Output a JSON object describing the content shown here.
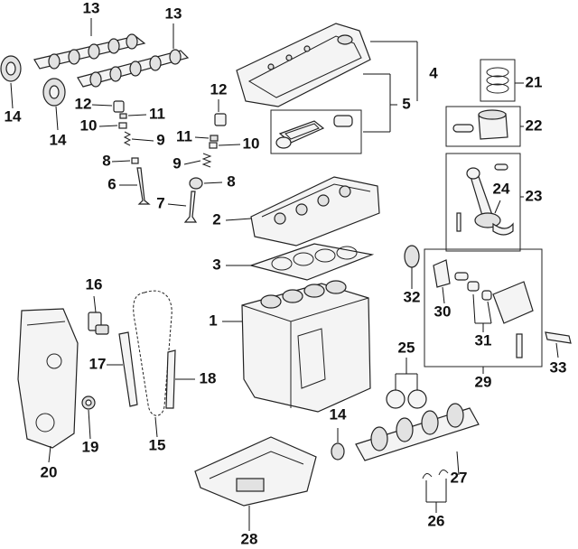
{
  "callouts": [
    {
      "id": "c13a",
      "text": "13"
    },
    {
      "id": "c13b",
      "text": "13"
    },
    {
      "id": "c14a",
      "text": "14"
    },
    {
      "id": "c14b",
      "text": "14"
    },
    {
      "id": "c14c",
      "text": "14"
    },
    {
      "id": "c12a",
      "text": "12"
    },
    {
      "id": "c12b",
      "text": "12"
    },
    {
      "id": "c11a",
      "text": "11"
    },
    {
      "id": "c11b",
      "text": "11"
    },
    {
      "id": "c10a",
      "text": "10"
    },
    {
      "id": "c10b",
      "text": "10"
    },
    {
      "id": "c9a",
      "text": "9"
    },
    {
      "id": "c9b",
      "text": "9"
    },
    {
      "id": "c8a",
      "text": "8"
    },
    {
      "id": "c8b",
      "text": "8"
    },
    {
      "id": "c7",
      "text": "7"
    },
    {
      "id": "c6",
      "text": "6"
    },
    {
      "id": "c5",
      "text": "5"
    },
    {
      "id": "c4",
      "text": "4"
    },
    {
      "id": "c3",
      "text": "3"
    },
    {
      "id": "c2",
      "text": "2"
    },
    {
      "id": "c1",
      "text": "1"
    },
    {
      "id": "c21",
      "text": "21"
    },
    {
      "id": "c22",
      "text": "22"
    },
    {
      "id": "c23",
      "text": "23"
    },
    {
      "id": "c24",
      "text": "24"
    },
    {
      "id": "c16",
      "text": "16"
    },
    {
      "id": "c17",
      "text": "17"
    },
    {
      "id": "c18",
      "text": "18"
    },
    {
      "id": "c15",
      "text": "15"
    },
    {
      "id": "c19",
      "text": "19"
    },
    {
      "id": "c20",
      "text": "20"
    },
    {
      "id": "c32",
      "text": "32"
    },
    {
      "id": "c30",
      "text": "30"
    },
    {
      "id": "c31",
      "text": "31"
    },
    {
      "id": "c29",
      "text": "29"
    },
    {
      "id": "c33",
      "text": "33"
    },
    {
      "id": "c25",
      "text": "25"
    },
    {
      "id": "c27",
      "text": "27"
    },
    {
      "id": "c26",
      "text": "26"
    },
    {
      "id": "c28",
      "text": "28"
    }
  ]
}
